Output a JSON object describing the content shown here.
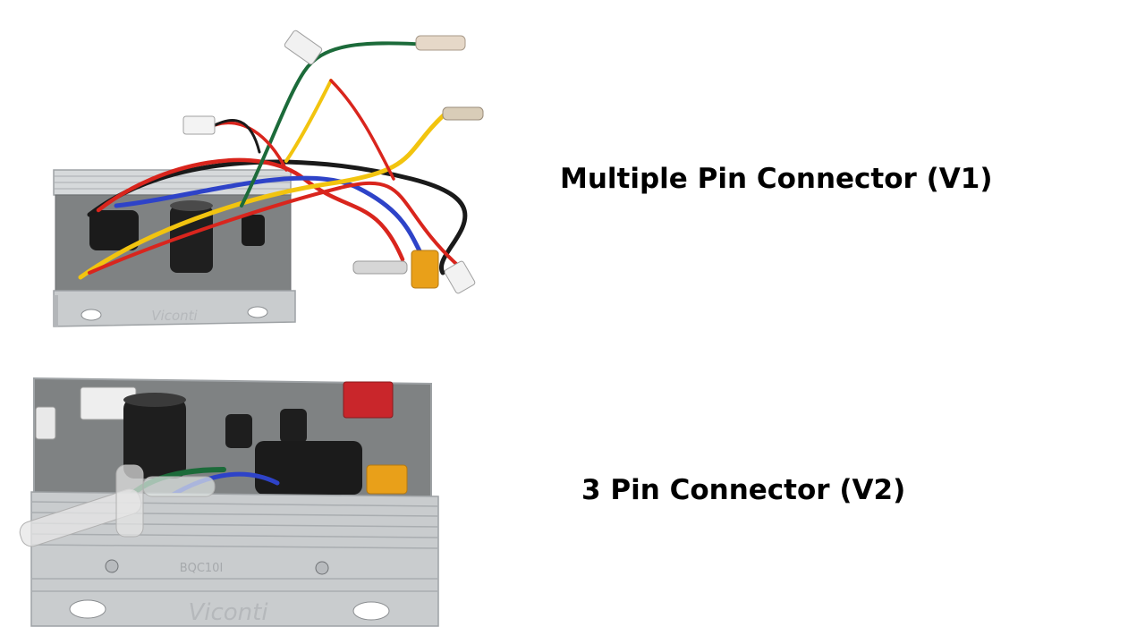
{
  "products": [
    {
      "caption": "Multiple Pin Connector (V1)",
      "housing_brand": "Viconti"
    },
    {
      "caption": "3 Pin Connector (V2)",
      "housing_brand": "Viconti",
      "housing_label": "BQC10I"
    }
  ],
  "colors": {
    "background": "#ffffff",
    "caption_text": "#000000",
    "housing_aluminum": "#c9ccce",
    "board_gray": "#7f8283",
    "wire_red": "#d9251d",
    "wire_black": "#1a1a1a",
    "wire_yellow": "#f2c40f",
    "wire_green": "#1c6b3a",
    "wire_blue": "#2e43c8",
    "connector_red": "#c9262b",
    "connector_yellow": "#e9a019"
  }
}
